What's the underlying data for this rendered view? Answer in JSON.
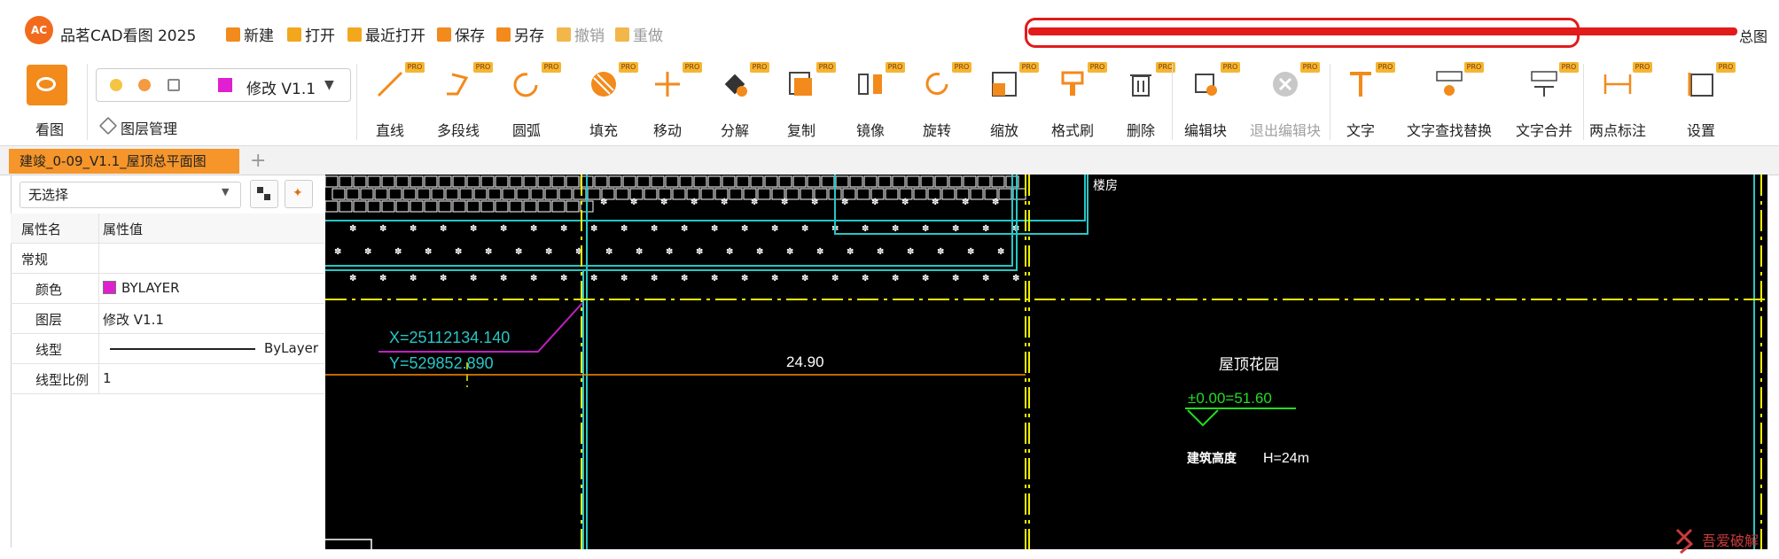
{
  "app": {
    "logo_text": "AC",
    "title": "品茗CAD看图 2025",
    "right_title_fragment": "总图"
  },
  "quick_access": [
    {
      "id": "new",
      "label": "新建",
      "color": "#f28a1c",
      "disabled": false
    },
    {
      "id": "open",
      "label": "打开",
      "color": "#f2a71c",
      "disabled": false
    },
    {
      "id": "recent",
      "label": "最近打开",
      "color": "#f2a71c",
      "disabled": false
    },
    {
      "id": "save",
      "label": "保存",
      "color": "#f28a1c",
      "disabled": false
    },
    {
      "id": "saveas",
      "label": "另存",
      "color": "#f28a1c",
      "disabled": false
    },
    {
      "id": "undo",
      "label": "撤销",
      "color": "#f2b64a",
      "disabled": true
    },
    {
      "id": "redo",
      "label": "重做",
      "color": "#f2b64a",
      "disabled": true
    }
  ],
  "ribbon": {
    "view_label": "看图",
    "layer": {
      "name": "修改 V1.1",
      "swatch": "#e020d0",
      "manage_label": "图层管理"
    },
    "pro_badge": "PRO",
    "tools": [
      {
        "id": "line",
        "label": "直线",
        "icon": "line-icon",
        "pro": true,
        "disabled": false
      },
      {
        "id": "polyline",
        "label": "多段线",
        "icon": "polyline-icon",
        "pro": true,
        "disabled": false
      },
      {
        "id": "arc",
        "label": "圆弧",
        "icon": "arc-icon",
        "pro": true,
        "disabled": false
      },
      {
        "id": "fill",
        "label": "填充",
        "icon": "hatch-icon",
        "pro": true,
        "disabled": false
      },
      {
        "id": "move",
        "label": "移动",
        "icon": "move-icon",
        "pro": true,
        "disabled": false
      },
      {
        "id": "explode",
        "label": "分解",
        "icon": "explode-icon",
        "pro": true,
        "disabled": false
      },
      {
        "id": "copy",
        "label": "复制",
        "icon": "copy-icon",
        "pro": true,
        "disabled": false
      },
      {
        "id": "mirror",
        "label": "镜像",
        "icon": "mirror-icon",
        "pro": true,
        "disabled": false
      },
      {
        "id": "rotate",
        "label": "旋转",
        "icon": "rotate-icon",
        "pro": true,
        "disabled": false
      },
      {
        "id": "scale",
        "label": "缩放",
        "icon": "scale-icon",
        "pro": true,
        "disabled": false
      },
      {
        "id": "format",
        "label": "格式刷",
        "icon": "format-brush-icon",
        "pro": true,
        "disabled": false
      },
      {
        "id": "delete",
        "label": "删除",
        "icon": "trash-icon",
        "pro": true,
        "disabled": false
      },
      {
        "id": "editblock",
        "label": "编辑块",
        "icon": "edit-block-icon",
        "pro": true,
        "disabled": false
      },
      {
        "id": "exitblock",
        "label": "退出编辑块",
        "icon": "exit-block-icon",
        "pro": true,
        "disabled": true
      },
      {
        "id": "text",
        "label": "文字",
        "icon": "text-icon",
        "pro": true,
        "disabled": false
      },
      {
        "id": "findreplace",
        "label": "文字查找替换",
        "icon": "find-replace-icon",
        "pro": true,
        "disabled": false
      },
      {
        "id": "merge",
        "label": "文字合并",
        "icon": "text-merge-icon",
        "pro": true,
        "disabled": false
      },
      {
        "id": "dim",
        "label": "两点标注",
        "icon": "dimension-icon",
        "pro": true,
        "disabled": false
      },
      {
        "id": "settings",
        "label": "设置",
        "icon": "settings-icon",
        "pro": true,
        "disabled": false
      }
    ]
  },
  "tabs": {
    "active": "建竣_0-09_V1.1_屋顶总平面图",
    "add": "+"
  },
  "properties": {
    "selection": "无选择",
    "header_key": "属性名",
    "header_value": "属性值",
    "section": "常规",
    "rows": [
      {
        "key": "颜色",
        "value": "BYLAYER"
      },
      {
        "key": "图层",
        "value": "修改 V1.1"
      },
      {
        "key": "线型",
        "value": "ByLayer"
      },
      {
        "key": "线型比例",
        "value": "1"
      }
    ]
  },
  "drawing": {
    "coord_x": "X=25112134.140",
    "coord_y": "Y=529852.890",
    "dimension": "24.90",
    "room_label": "屋顶花园",
    "elevation": "±0.00=51.60",
    "height_label": "建筑高度",
    "height_value": "H=24m",
    "top_label": "楼房",
    "colors": {
      "yellow": "#f0f000",
      "cyan": "#27c6c6",
      "orange": "#ff8c00",
      "magenta": "#c020c0",
      "green": "#22dd22",
      "white": "#ffffff"
    }
  },
  "watermark": "吾爱破解"
}
